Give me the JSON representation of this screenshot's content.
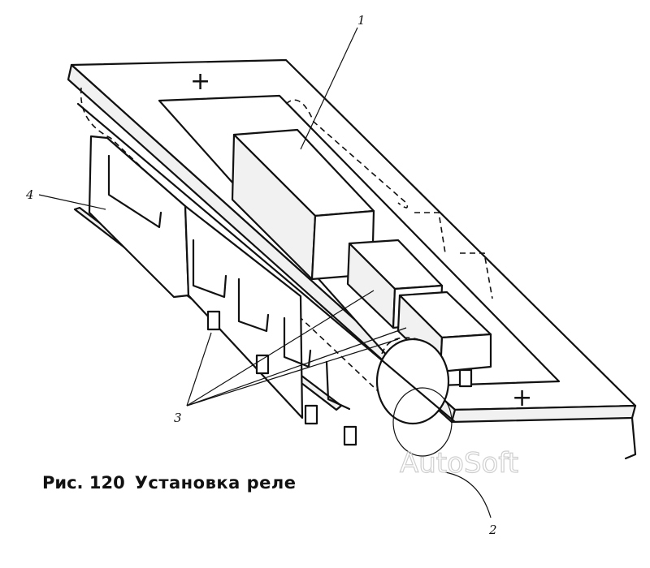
{
  "figure": {
    "number_label": "Рис. 120",
    "title": "Установка реле"
  },
  "callouts": [
    {
      "id": "1",
      "text": "1"
    },
    {
      "id": "2",
      "text": "2"
    },
    {
      "id": "3",
      "text": "3"
    },
    {
      "id": "4",
      "text": "4"
    }
  ],
  "mounting_marks": [
    "+",
    "+"
  ],
  "watermark": "AutoSoft"
}
